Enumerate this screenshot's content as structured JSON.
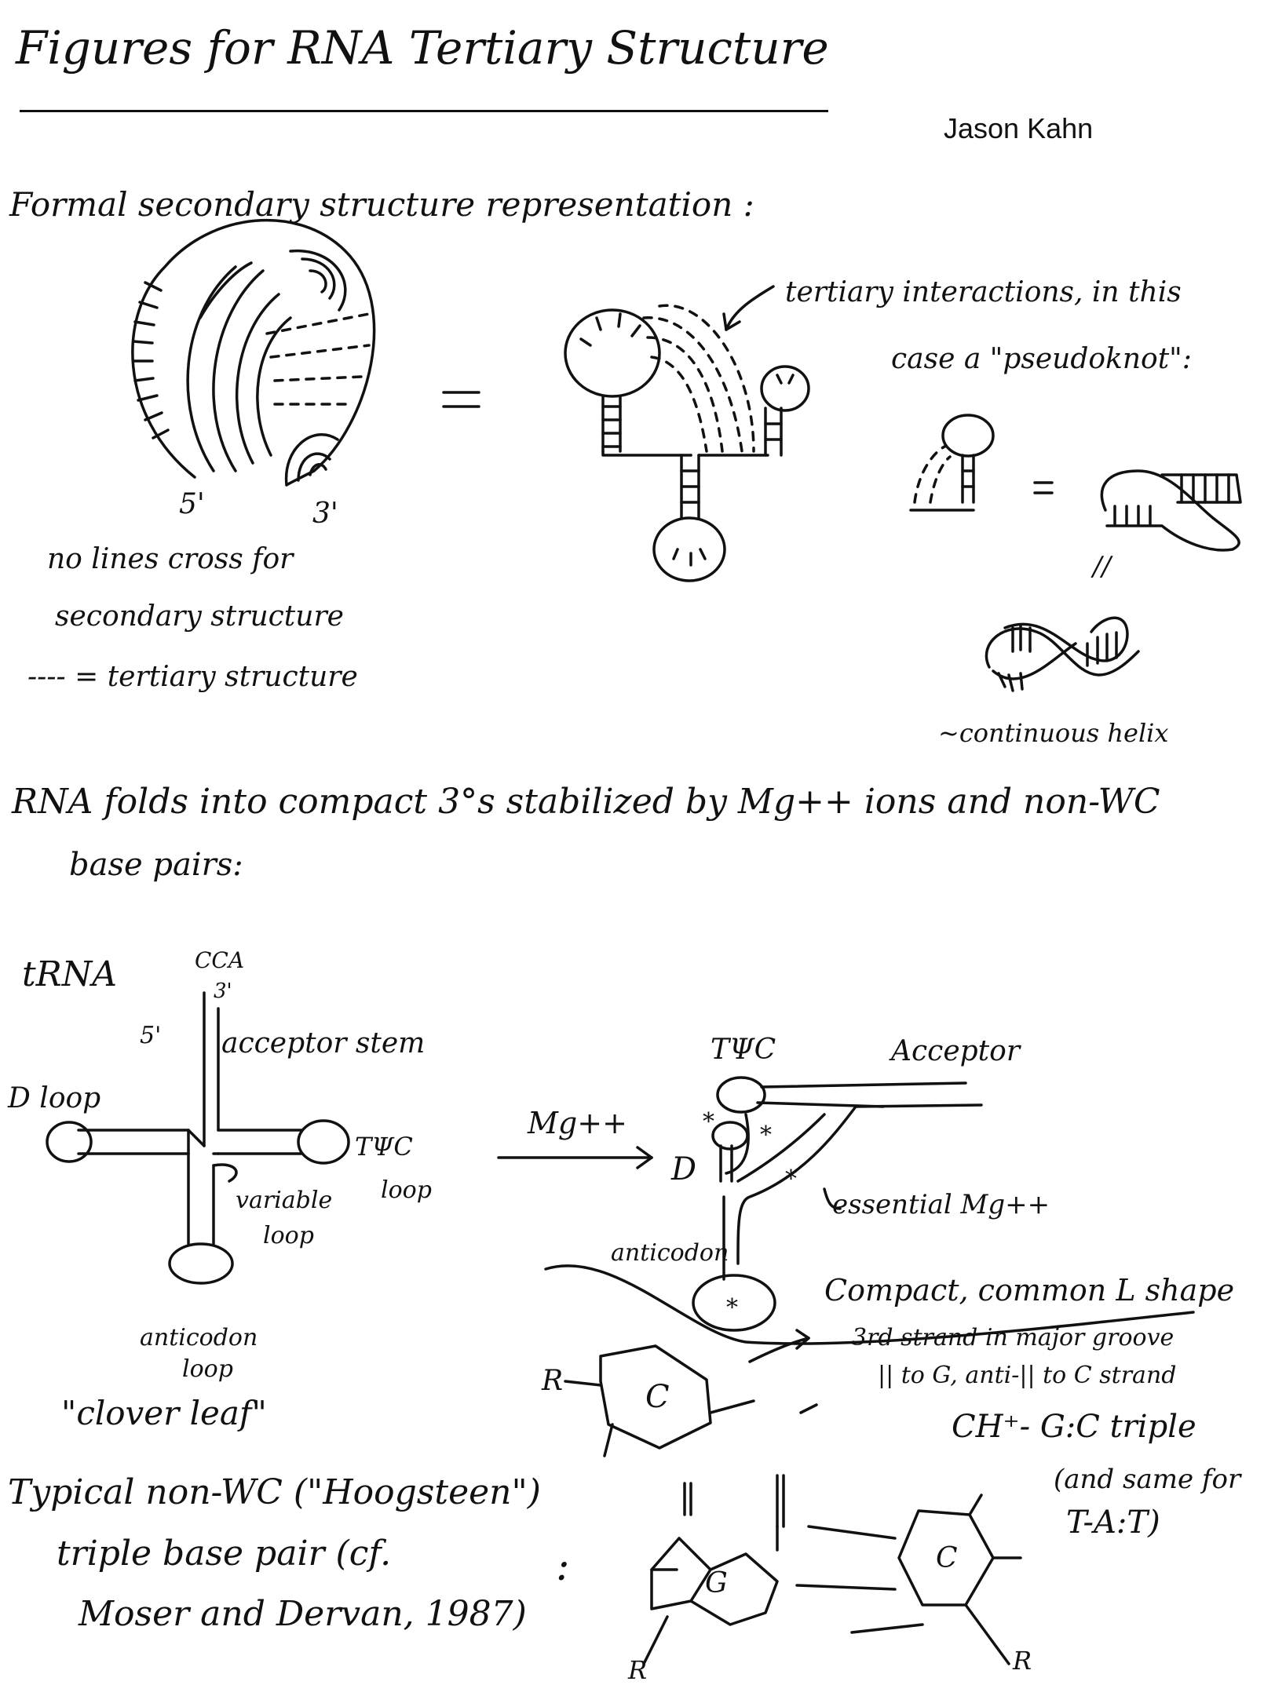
{
  "page": {
    "title": "Figures for RNA Tertiary Structure",
    "author": "Jason Kahn"
  },
  "secondary": {
    "heading": "Formal secondary structure representation :",
    "five_prime": "5'",
    "three_prime": "3'",
    "equals": "=",
    "note_lines": [
      "no lines cross for",
      "secondary structure",
      "---- = tertiary structure"
    ],
    "tertiary_annotation": [
      "tertiary interactions, in this",
      "case a \"pseudoknot\":"
    ],
    "pseudoknot_equals": "=",
    "parallel_mark": "//",
    "continuous_helix": "~continuous helix"
  },
  "folding": {
    "heading_line1": "RNA folds into compact 3°s stabilized by Mg++ ions and non-WC",
    "heading_line2": "base pairs:"
  },
  "trna": {
    "label": "tRNA",
    "cca": "CCA",
    "three_prime": "3'",
    "five_prime": "5'",
    "acceptor_stem": "acceptor stem",
    "d_loop": "D loop",
    "tpsic_loop": "TΨC",
    "tpsic_loop2": "loop",
    "variable_loop": "variable",
    "variable_loop2": "loop",
    "anticodon_loop": "anticodon",
    "anticodon_loop2": "loop",
    "cloverleaf": "\"clover leaf\"",
    "mg_arrow": "Mg++",
    "d_label": "D",
    "tpsic_label": "TΨC",
    "acceptor_label": "Acceptor",
    "essential_mg": "essential Mg++",
    "anticodon_label": "anticodon",
    "compact": "Compact, common L shape",
    "star": "*"
  },
  "triple": {
    "heading_lines": [
      "Typical non-WC (\"Hoogsteen\")",
      "triple base pair (cf.",
      "Moser and Dervan, 1987)"
    ],
    "colon": ":",
    "third_strand_lines": [
      "3rd strand in major groove",
      "|| to G, anti-|| to C strand"
    ],
    "triple_name": "CH⁺- G:C triple",
    "and_same": "(and same for",
    "tat": "T-A:T)",
    "base_c": "C",
    "base_g": "G",
    "base_c2": "C",
    "r": "R"
  }
}
